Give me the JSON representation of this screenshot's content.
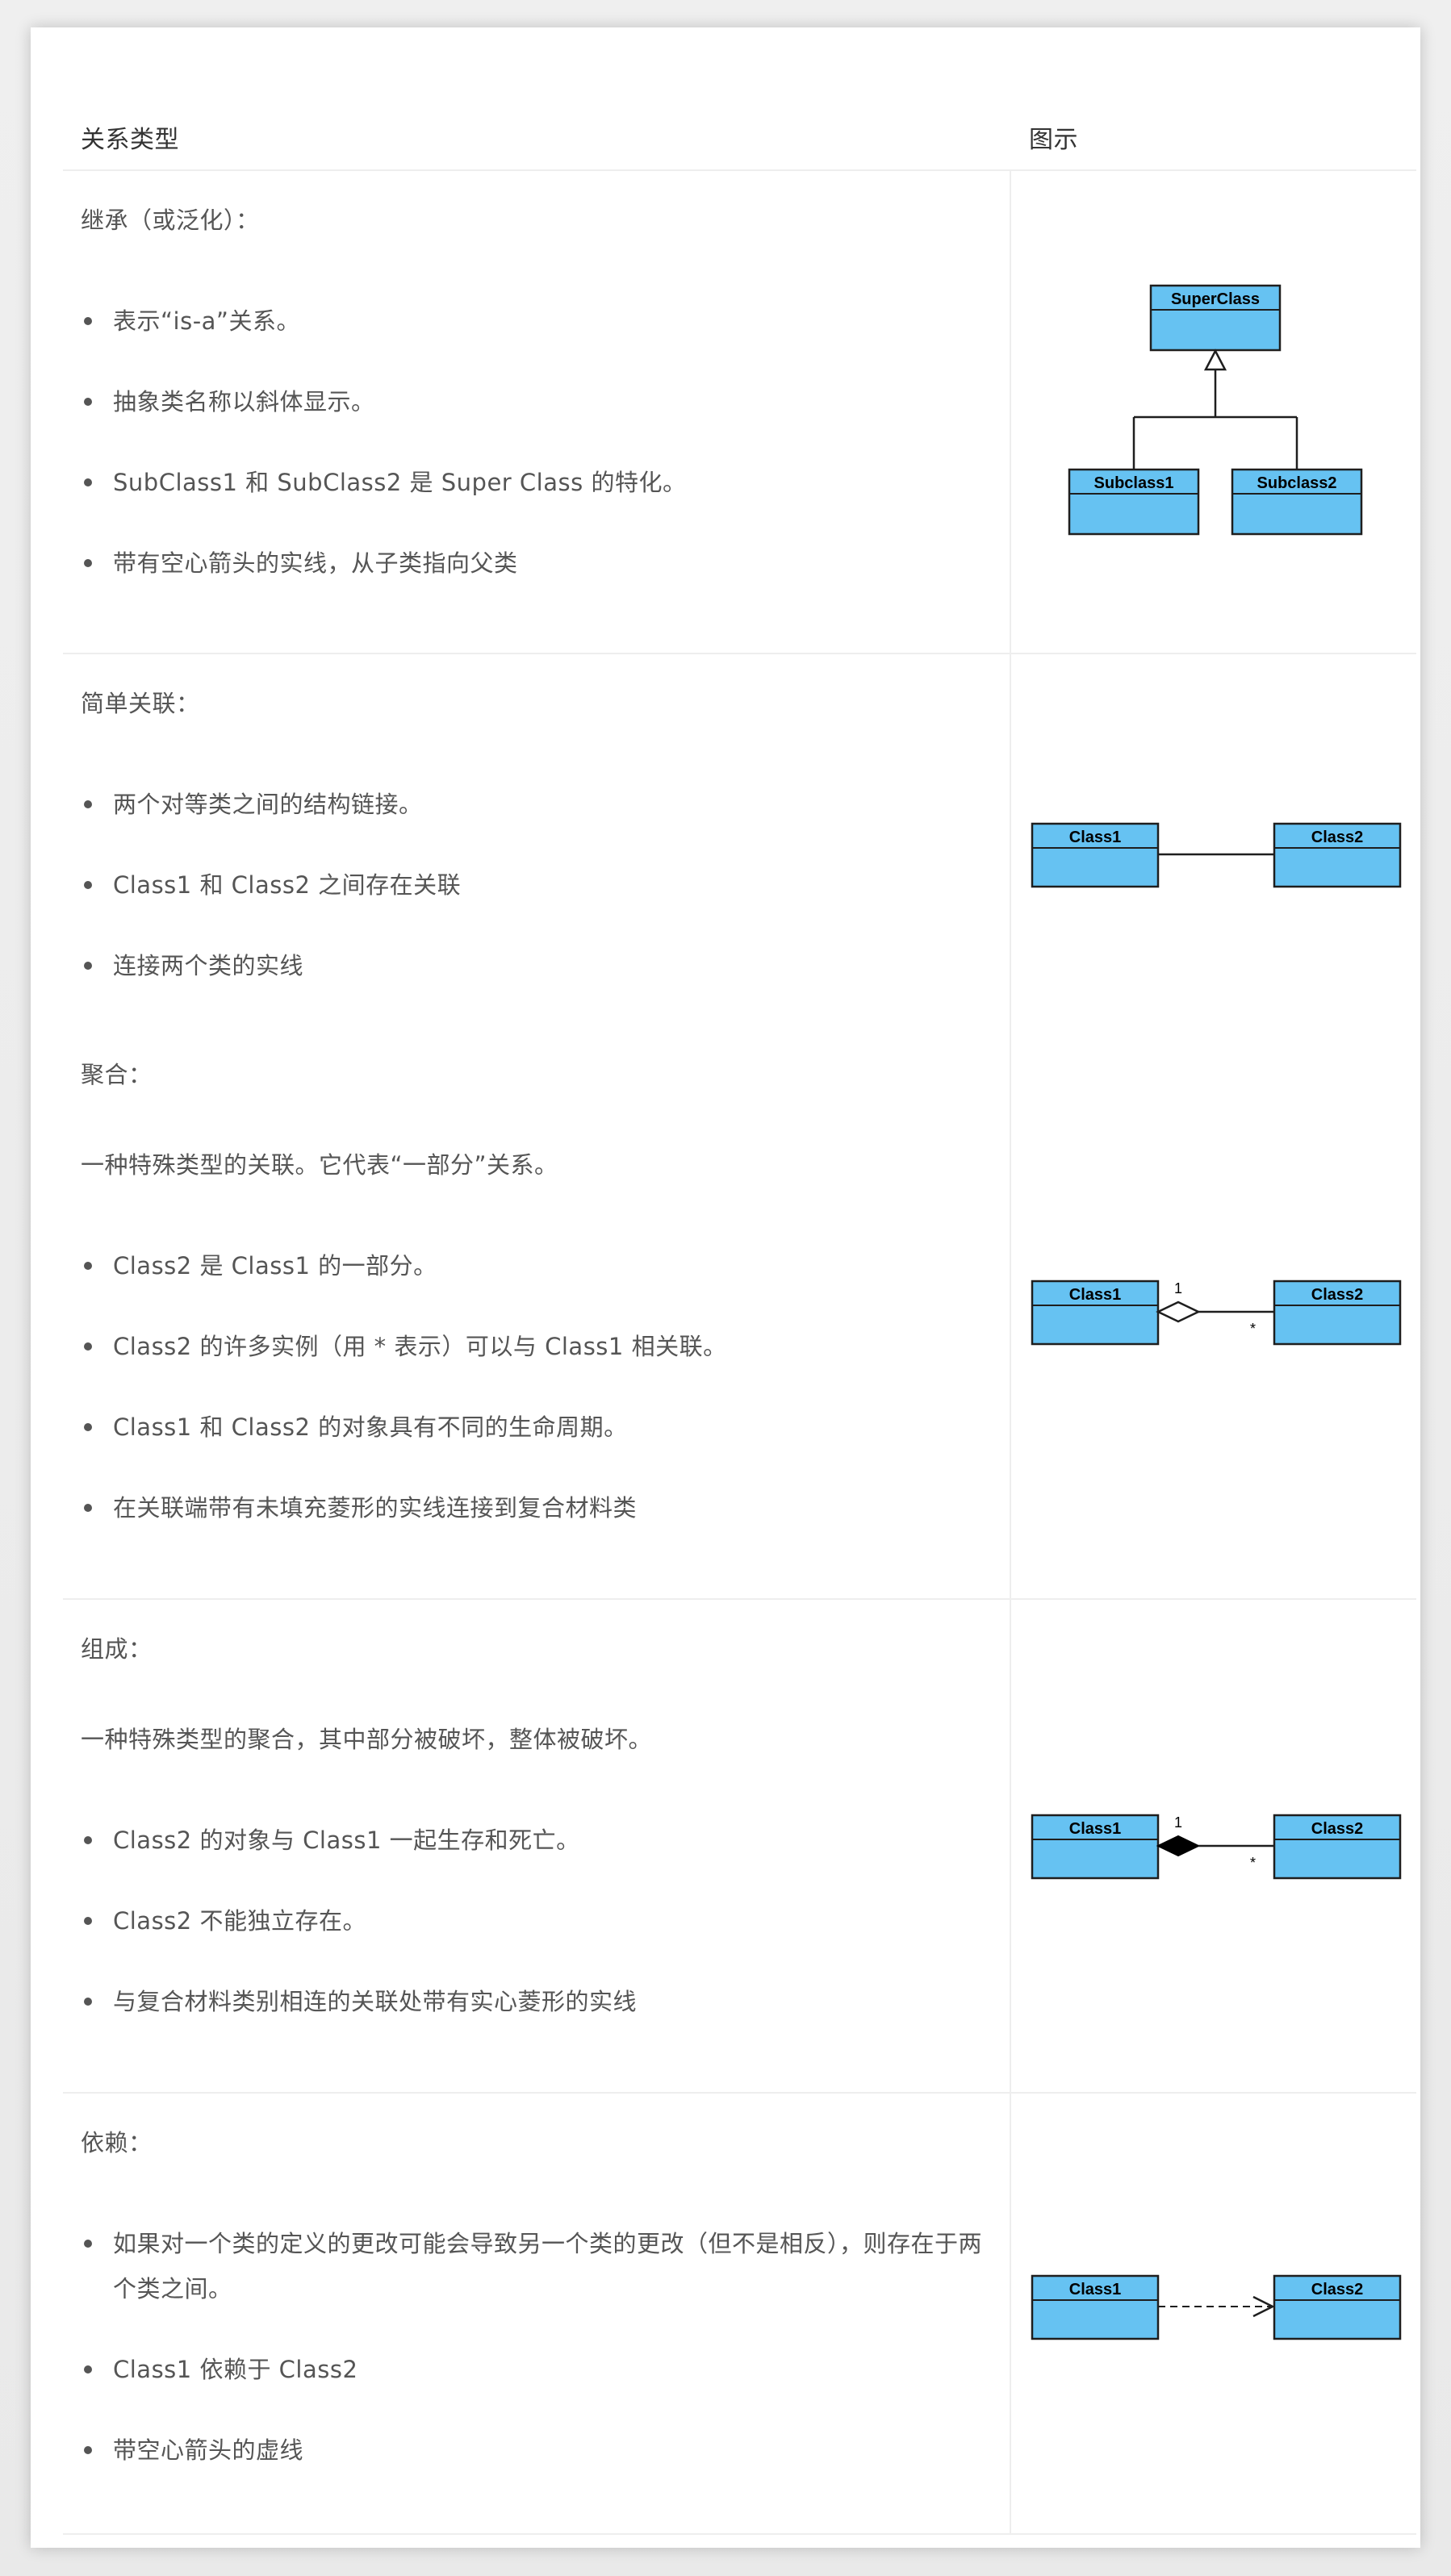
{
  "header": {
    "col_type": "关系类型",
    "col_diagram": "图示"
  },
  "colors": {
    "class_fill": "#66c2f2",
    "class_stroke": "#1e1e1e",
    "text": "#555555",
    "divider": "#eeeeee"
  },
  "rows": {
    "inheritance": {
      "label": "继承（或泛化）：",
      "bullets": [
        "表示“is-a”关系。",
        "抽象类名称以斜体显示。",
        "SubClass1 和 SubClass2 是 Super Class 的特化。",
        "带有空心箭头的实线，从子类指向父类"
      ],
      "diagram": {
        "super": "SuperClass",
        "sub1": "Subclass1",
        "sub2": "Subclass2"
      }
    },
    "association": {
      "label": "简单关联：",
      "bullets": [
        "两个对等类之间的结构链接。",
        "Class1 和 Class2 之间存在关联",
        "连接两个类的实线"
      ],
      "diagram": {
        "left": "Class1",
        "right": "Class2"
      }
    },
    "aggregation": {
      "label": "聚合：",
      "intro": "一种特殊类型的关联。它代表“一部分”关系。",
      "bullets": [
        "Class2 是 Class1 的一部分。",
        "Class2 的许多实例（用 * 表示）可以与 Class1 相关联。",
        "Class1 和 Class2 的对象具有不同的生命周期。",
        "在关联端带有未填充菱形的实线连接到复合材料类"
      ],
      "diagram": {
        "left": "Class1",
        "right": "Class2",
        "mult_left": "1",
        "mult_right": "*"
      }
    },
    "composition": {
      "label": "组成：",
      "intro": "一种特殊类型的聚合，其中部分被破坏，整体被破坏。",
      "bullets": [
        "Class2 的对象与 Class1 一起生存和死亡。",
        "Class2 不能独立存在。",
        "与复合材料类别相连的关联处带有实心菱形的实线"
      ],
      "diagram": {
        "left": "Class1",
        "right": "Class2",
        "mult_left": "1",
        "mult_right": "*"
      }
    },
    "dependency": {
      "label": "依赖：",
      "bullets": [
        "如果对一个类的定义的更改可能会导致另一个类的更改（但不是相反），则存在于两个类之间。",
        "Class1 依赖于 Class2",
        "带空心箭头的虚线"
      ],
      "diagram": {
        "left": "Class1",
        "right": "Class2"
      }
    }
  }
}
